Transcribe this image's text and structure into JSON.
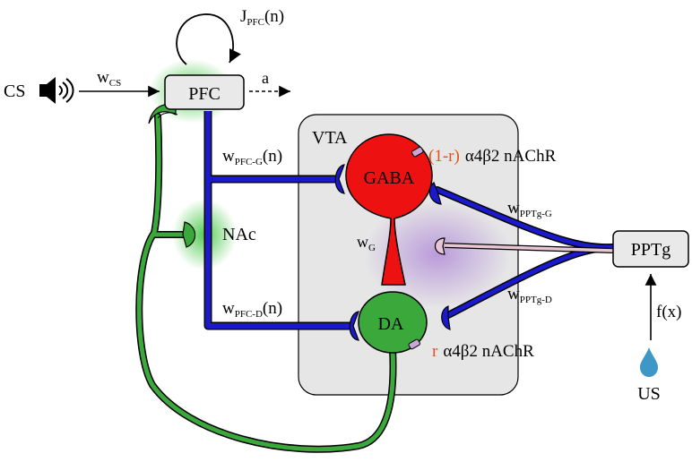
{
  "labels": {
    "cs": "CS",
    "w_cs": "w",
    "w_cs_sub": "CS",
    "pfc": "PFC",
    "j_pfc": "J",
    "j_pfc_sub": "PFC",
    "j_pfc_arg": "(n)",
    "action": "a",
    "vta": "VTA",
    "w_pfc_g": "w",
    "w_pfc_g_sub": "PFC-G",
    "w_pfc_g_arg": "(n)",
    "w_pfc_d": "w",
    "w_pfc_d_sub": "PFC-D",
    "w_pfc_d_arg": "(n)",
    "nac": "NAc",
    "gaba": "GABA",
    "da": "DA",
    "w_g": "w",
    "w_g_sub": "G",
    "gaba_receptor_frac": "(1-r)",
    "gaba_receptor_name": "α4β2 nAChR",
    "da_receptor_frac": "r",
    "da_receptor_name": "α4β2 nAChR",
    "w_pptg_g": "w",
    "w_pptg_g_sub": "PPTg-G",
    "w_pptg_d": "w",
    "w_pptg_d_sub": "PPTg-D",
    "pptg": "PPTg",
    "f_x": "f(x)",
    "us": "US"
  },
  "colors": {
    "blue_axon": "#1a1acc",
    "green_axon": "#3aa83a",
    "gaba_fill": "#ee1111",
    "da_fill": "#3aa83a",
    "vta_fill": "#e6e6e6",
    "node_fill": "#e9e9e9",
    "purple_glow": "#b58ad8",
    "green_glow": "#5fd35f",
    "receptor_red": "#e0521c",
    "water_drop": "#3d97c7",
    "pptg_axon": "#e8c6d6"
  }
}
